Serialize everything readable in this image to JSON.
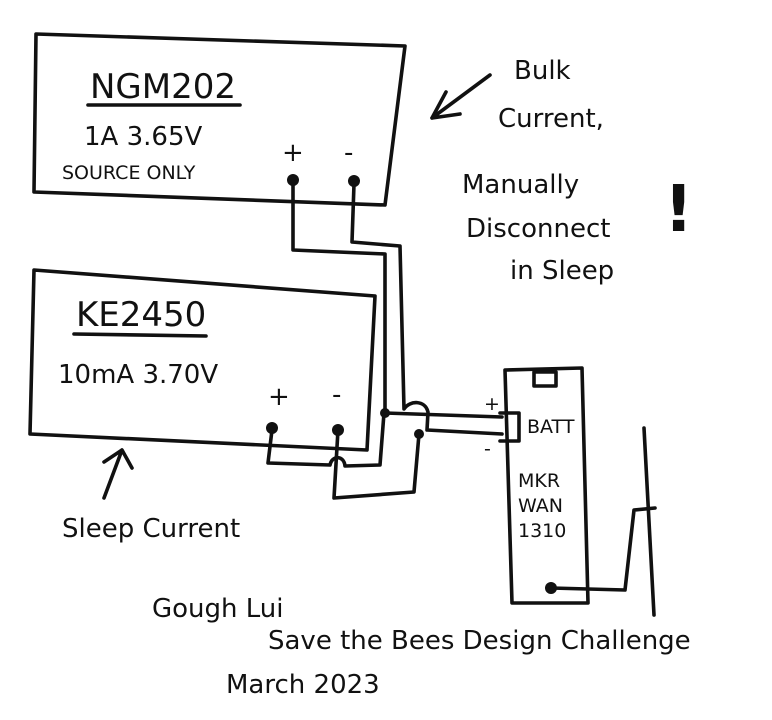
{
  "top_supply": {
    "model": "NGM202",
    "spec": "1A 3.65V",
    "mode": "SOURCE ONLY",
    "plus": "+",
    "minus": "-"
  },
  "bottom_smu": {
    "model": "KE2450",
    "spec": "10mA 3.70V",
    "plus": "+",
    "minus": "-"
  },
  "board": {
    "batt_label": "BATT",
    "plus": "+",
    "minus": "-",
    "name_lines": [
      "MKR",
      "WAN",
      "1310"
    ]
  },
  "annotations": {
    "bulk_lines": [
      "Bulk",
      "Current,"
    ],
    "manual_lines": [
      "Manually",
      "Disconnect",
      "in Sleep"
    ],
    "exclaim": "!",
    "sleep_current": "Sleep Current"
  },
  "credit": {
    "author": "Gough Lui",
    "event": "Save the Bees Design Challenge",
    "date": "March 2023"
  }
}
